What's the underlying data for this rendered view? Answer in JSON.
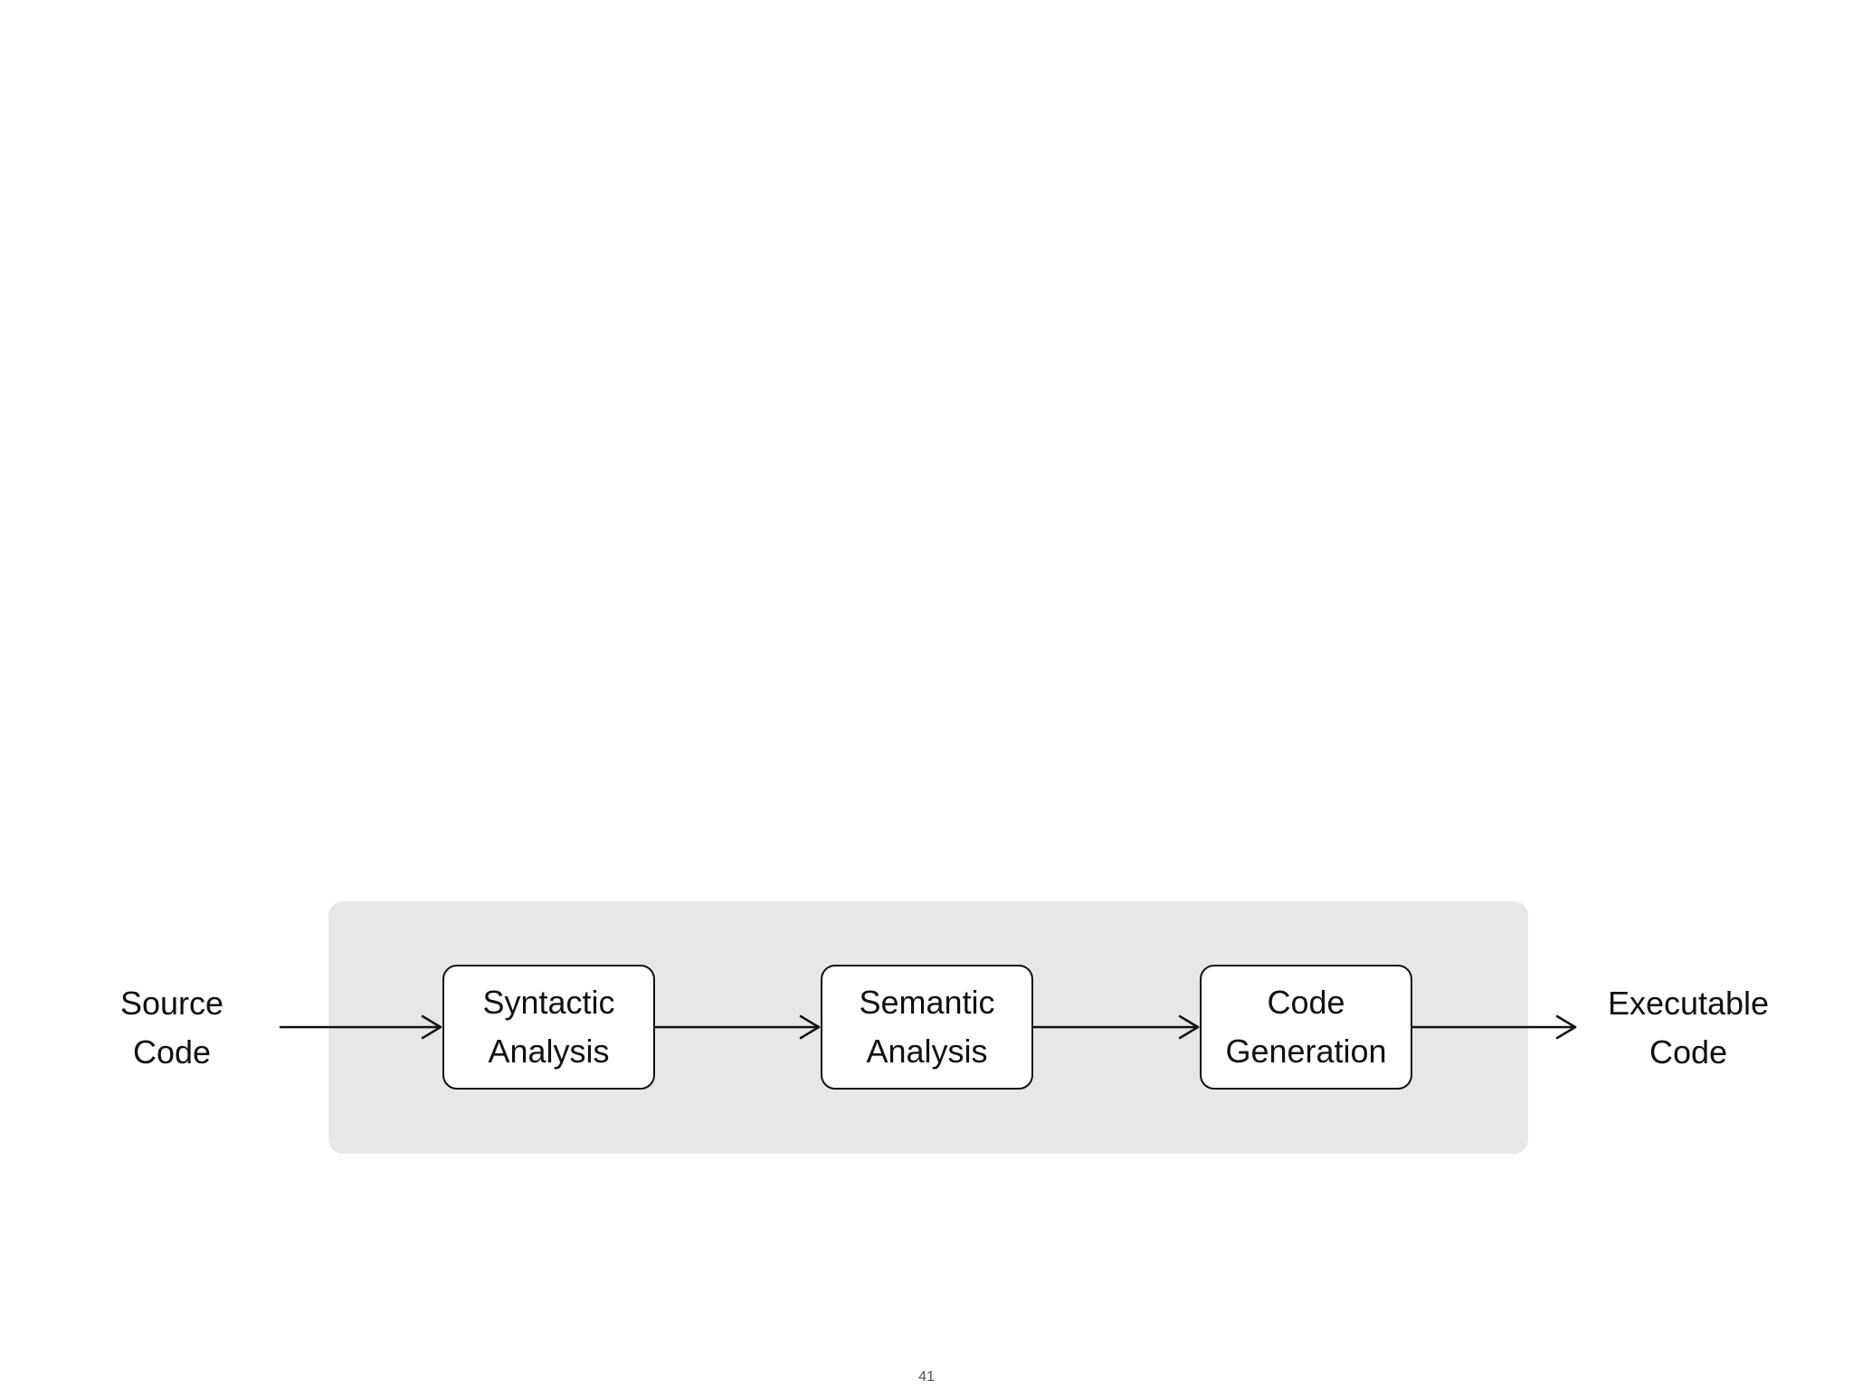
{
  "diagram": {
    "input": {
      "line1": "Source",
      "line2": "Code"
    },
    "stages": [
      {
        "line1": "Syntactic",
        "line2": "Analysis"
      },
      {
        "line1": "Semantic",
        "line2": "Analysis"
      },
      {
        "line1": "Code",
        "line2": "Generation"
      }
    ],
    "output": {
      "line1": "Executable",
      "line2": "Code"
    }
  },
  "page": {
    "number": "41"
  },
  "colors": {
    "frame": "#e7e7e7",
    "stroke": "#111111",
    "stage_fill": "#ffffff"
  }
}
